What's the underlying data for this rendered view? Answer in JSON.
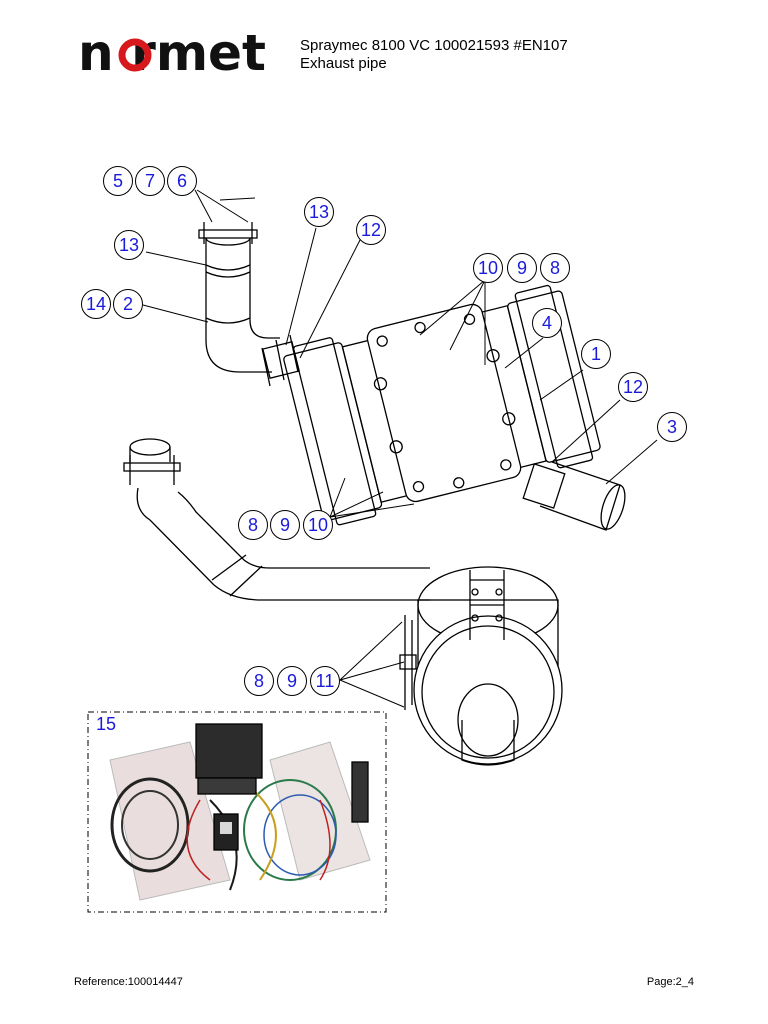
{
  "logo": {
    "text": "normet",
    "color": "#d7191e"
  },
  "header": {
    "title_line1": "Spraymec 8100 VC 100021593 #EN107",
    "title_line2": "Exhaust pipe"
  },
  "callouts": {
    "c5a": "5",
    "c7a": "7",
    "c6a": "6",
    "c13a": "13",
    "c13b": "13",
    "c12a": "12",
    "c14": "14",
    "c2": "2",
    "c10a": "10",
    "c9a": "9",
    "c8a": "8",
    "c4": "4",
    "c1": "1",
    "c12b": "12",
    "c3": "3",
    "c8b": "8",
    "c9b": "9",
    "c10b": "10",
    "c8c": "8",
    "c9c": "9",
    "c11": "11"
  },
  "inset": {
    "label": "15"
  },
  "footer": {
    "reference": "Reference:100014447",
    "page": "Page:2_4"
  },
  "colors": {
    "callout_text": "#1a1adc",
    "line": "#000000"
  }
}
